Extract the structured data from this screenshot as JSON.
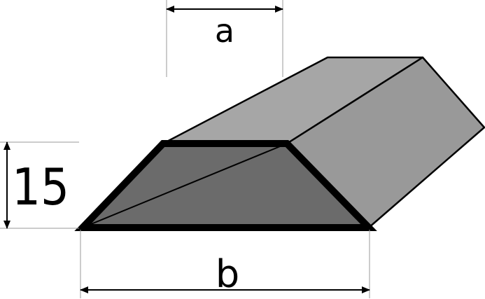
{
  "labels": {
    "top_width": "a",
    "bottom_width": "b",
    "height": "15"
  },
  "colors": {
    "top_face": "#a6a6a6",
    "side_face": "#999999",
    "inner_face": "#6b6b6b",
    "outline": "#000000",
    "background": "#ffffff"
  }
}
